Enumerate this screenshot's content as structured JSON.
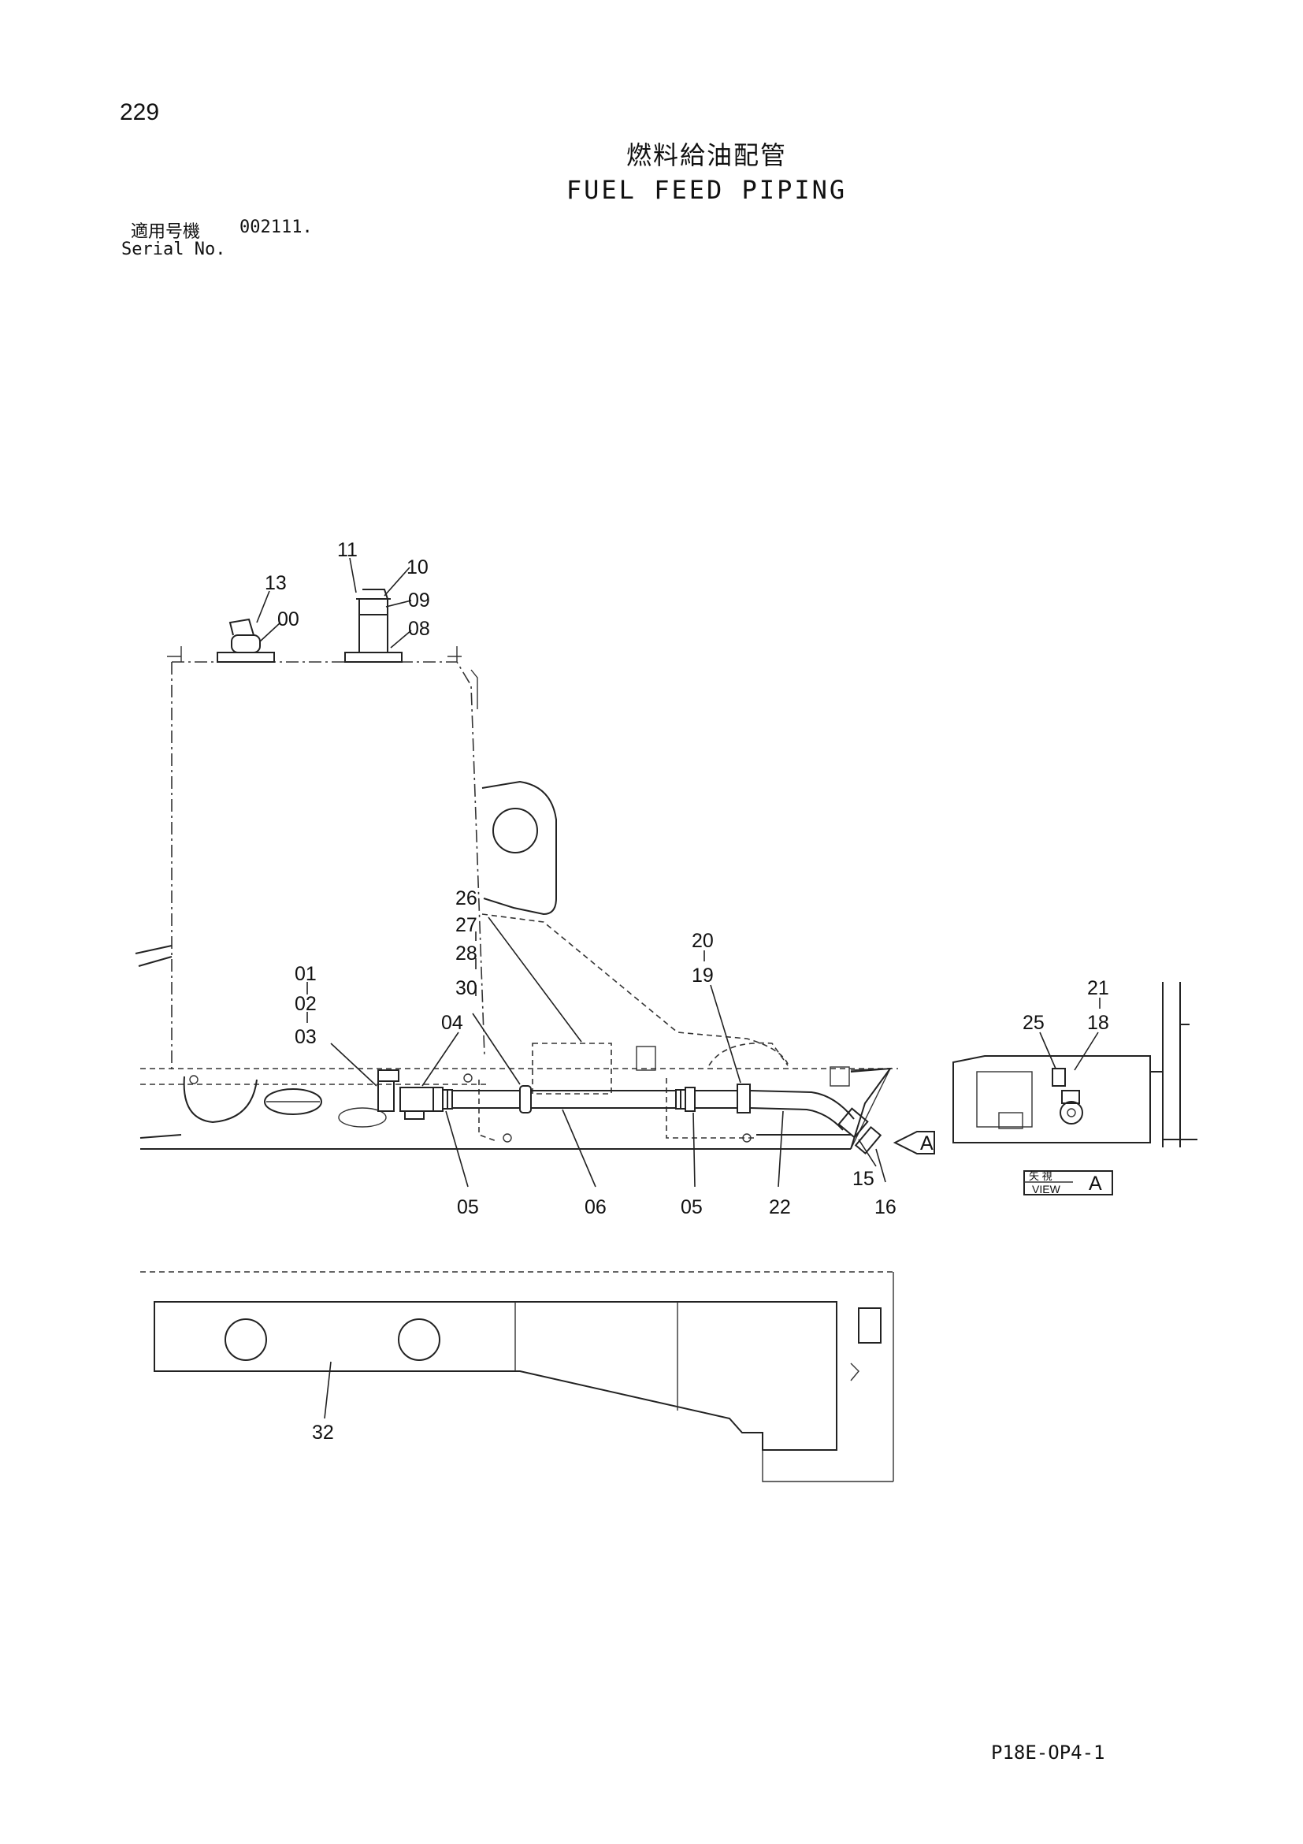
{
  "header": {
    "page_number": "229",
    "title_jp": "燃料給油配管",
    "title_en": "FUEL FEED PIPING",
    "serial_label_jp": "適用号機",
    "serial_value": "002111.",
    "serial_label_en": "Serial No."
  },
  "callouts": [
    "11",
    "10",
    "13",
    "09",
    "00",
    "08",
    "26",
    "27",
    "28",
    "30",
    "20",
    "19",
    "01",
    "02",
    "03",
    "04",
    "21",
    "18",
    "25",
    "05",
    "06",
    "05",
    "22",
    "15",
    "16",
    "32"
  ],
  "view_marker": {
    "letter": "A",
    "label_jp": "矢 視",
    "label_en": "VIEW"
  },
  "footer": {
    "drawing_code": "P18E-OP4-1"
  }
}
